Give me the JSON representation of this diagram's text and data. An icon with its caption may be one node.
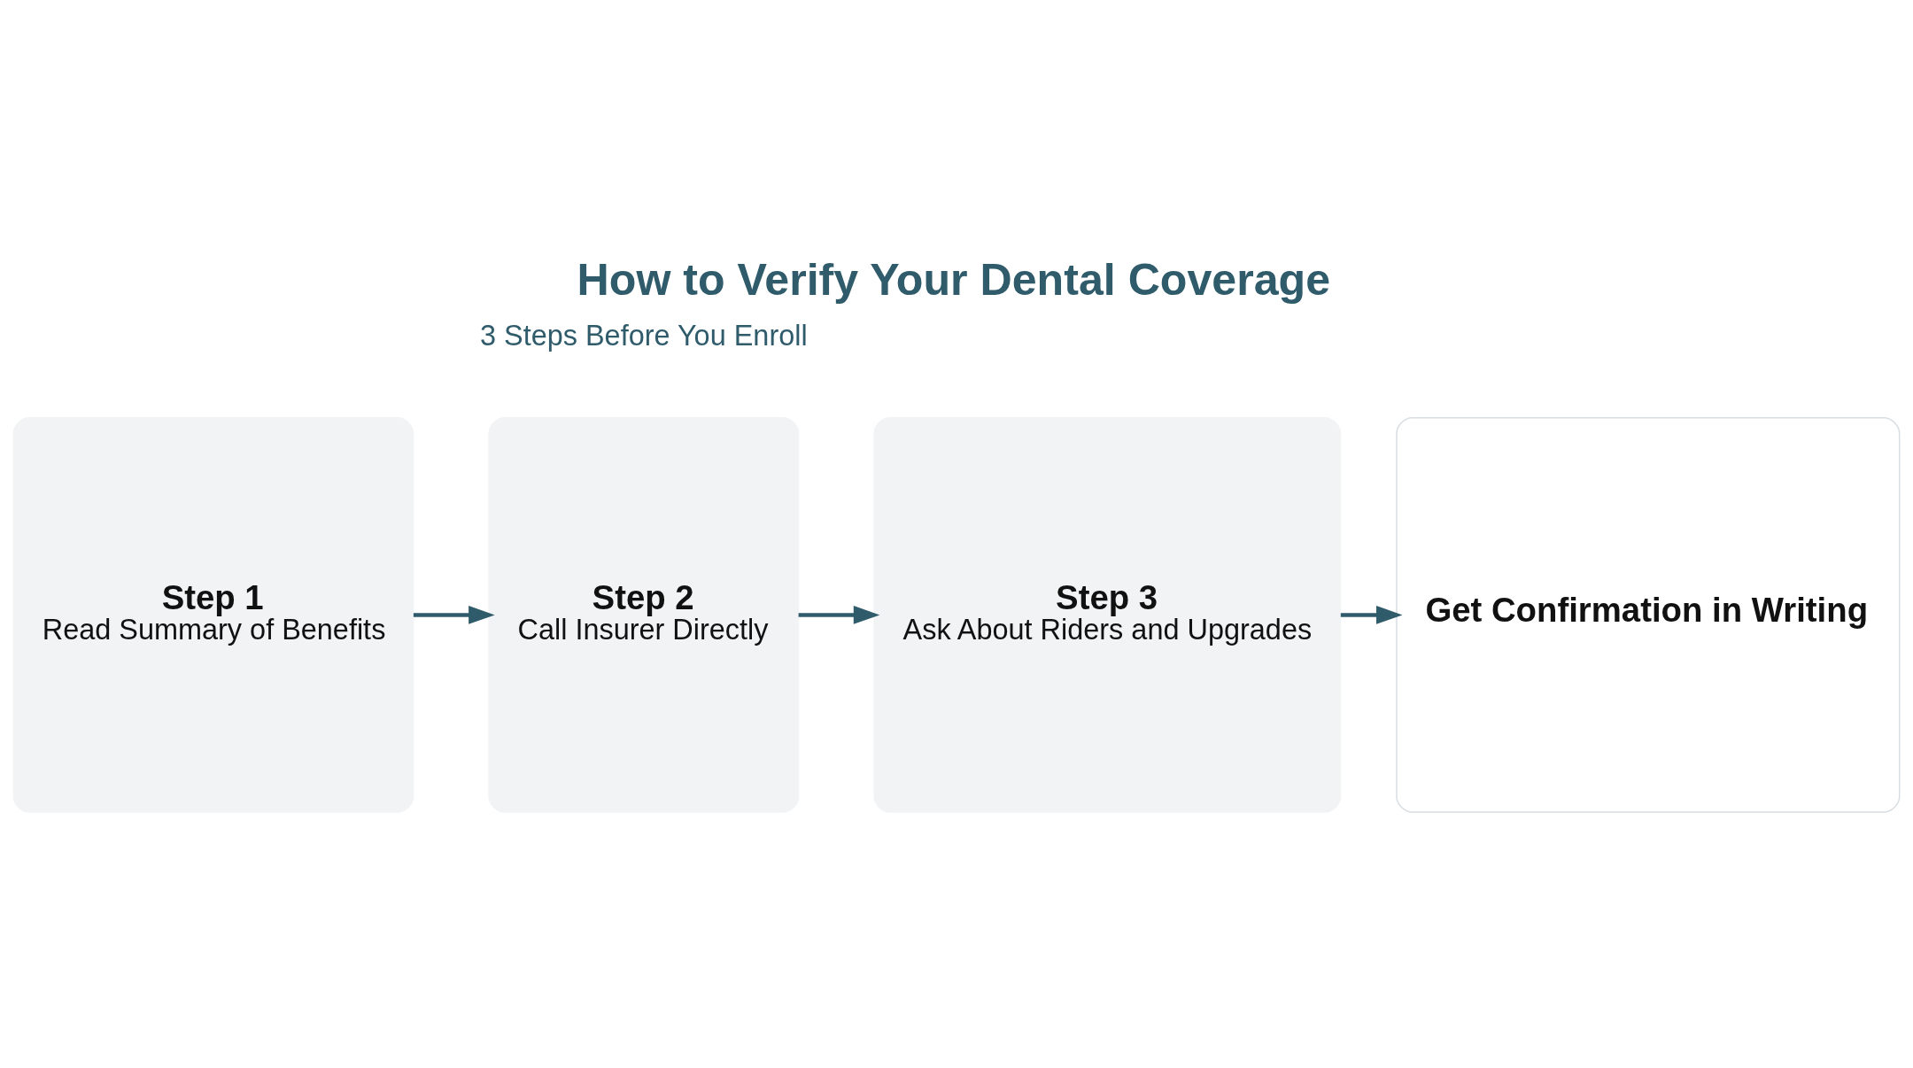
{
  "diagram": {
    "title": "How to Verify Your Dental Coverage",
    "nodes": [
      {
        "text": [
          "Step 1",
          "Read Summary of Benefits"
        ]
      },
      {
        "text": [
          "Step 2",
          "Call Insurer Directly"
        ]
      },
      {
        "text": [
          "Step 3",
          "Ask About Riders and Upgrades"
        ]
      },
      {
        "text": [
          "Get Confirmation in Writing"
        ]
      }
    ],
    "edges": [
      {
        "from": 0,
        "to": 1,
        "arrow": "to"
      },
      {
        "from": 1,
        "to": 2,
        "arrow": "to"
      },
      {
        "from": 2,
        "to": 3,
        "arrow": "to"
      }
    ],
    "labels": [
      "3 Steps Before You Enroll"
    ]
  }
}
